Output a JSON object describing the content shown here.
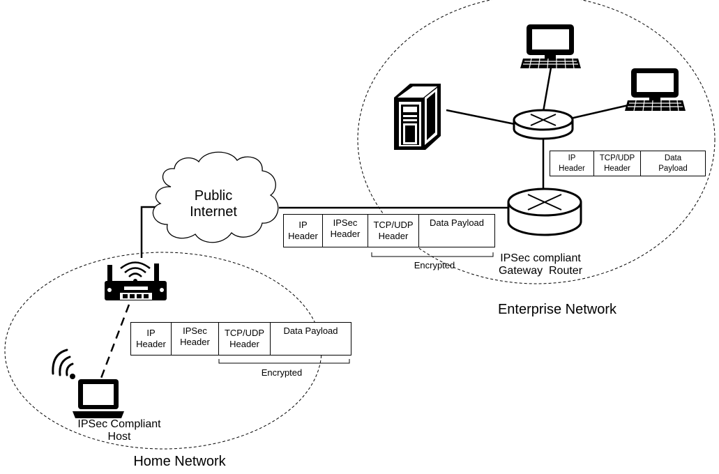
{
  "cloud": {
    "line1": "Public",
    "line2": "Internet"
  },
  "home_network": {
    "label": "Home Network",
    "host_label_line1": "IPSec Compliant",
    "host_label_line2": "Host"
  },
  "enterprise_network": {
    "label": "Enterprise Network",
    "gateway_label_line1": "IPSec compliant",
    "gateway_label_line2": "Gateway  Router"
  },
  "packet_home": {
    "cells": [
      {
        "line1": "IP",
        "line2": "Header"
      },
      {
        "line1": "IPSec",
        "line2": "Header"
      },
      {
        "line1": "TCP/UDP",
        "line2": "Header"
      },
      {
        "line1": "Data Payload",
        "line2": ""
      }
    ],
    "encrypted_label": "Encrypted"
  },
  "packet_tunnel": {
    "cells": [
      {
        "line1": "IP",
        "line2": "Header"
      },
      {
        "line1": "IPSec",
        "line2": "Header"
      },
      {
        "line1": "TCP/UDP",
        "line2": "Header"
      },
      {
        "line1": "Data Payload",
        "line2": ""
      }
    ],
    "encrypted_label": "Encrypted"
  },
  "packet_inner": {
    "cells": [
      {
        "line1": "IP",
        "line2": "Header"
      },
      {
        "line1": "TCP/UDP",
        "line2": "Header"
      },
      {
        "line1": "Data",
        "line2": "Payload"
      }
    ]
  },
  "icons": [
    "wireless-router-icon",
    "laptop-icon",
    "wifi-signal-icon",
    "cloud-icon",
    "router-icon",
    "server-icon",
    "desktop-computer-icon"
  ]
}
